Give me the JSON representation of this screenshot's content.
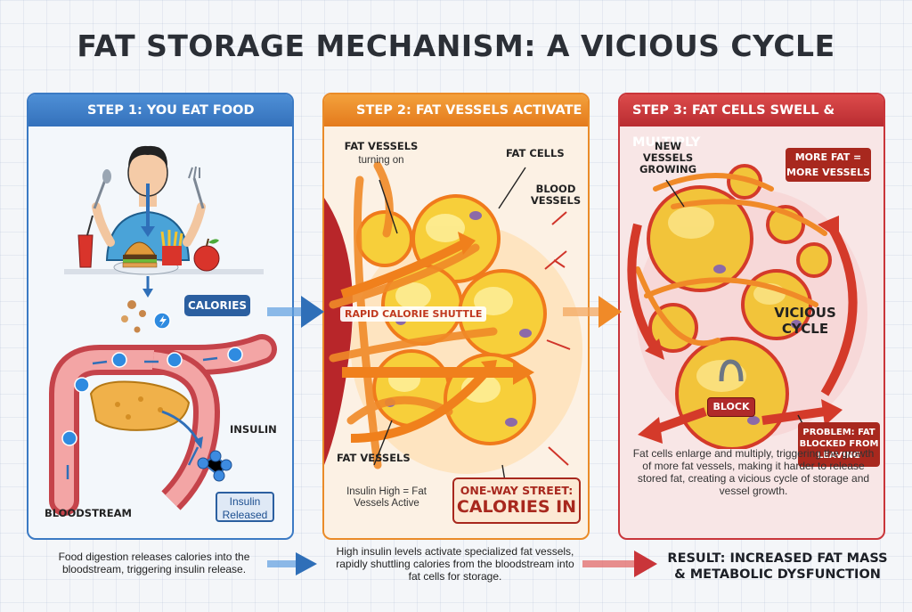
{
  "title": "FAT STORAGE MECHANISM: A VICIOUS CYCLE",
  "colors": {
    "step1": "#3b7ac4",
    "step2": "#ea8b28",
    "step3": "#c9353a"
  },
  "step1": {
    "header": "STEP 1: YOU EAT FOOD",
    "calories_label": "CALORIES",
    "insulin_label": "INSULIN",
    "insulin_released": "Insulin Released",
    "bloodstream_label": "BLOODSTREAM",
    "caption": "Food digestion releases calories into the bloodstream, triggering insulin release."
  },
  "step2": {
    "header": "STEP 2: FAT VESSELS ACTIVATE",
    "fat_vessels_turning_title": "FAT VESSELS",
    "fat_vessels_turning_sub": "turning on",
    "fat_cells_label": "FAT CELLS",
    "blood_vessels_label": "BLOOD VESSELS",
    "rapid_shuttle": "RAPID CALORIE SHUTTLE",
    "fat_vessels_label": "FAT VESSELS",
    "insulin_high": "Insulin High = Fat Vessels Active",
    "oneway_line1": "ONE-WAY STREET:",
    "oneway_line2": "CALORIES IN",
    "caption": "High insulin levels activate specialized fat vessels, rapidly shuttling calories from the bloodstream into fat cells for storage."
  },
  "step3": {
    "header": "STEP 3: FAT CELLS SWELL & MULTIPLY",
    "new_vessels": "NEW VESSELS GROWING",
    "more_fat": "MORE FAT = MORE VESSELS",
    "vicious_cycle": "VICIOUS CYCLE",
    "block": "BLOCK",
    "problem": "PROBLEM: FAT BLOCKED FROM LEAVING",
    "description": "Fat cells enlarge and multiply, triggering the growth of more fat vessels, making it harder to release stored fat, creating a vicious cycle of storage and vessel growth."
  },
  "result": "RESULT: INCREASED FAT MASS & METABOLIC DYSFUNCTION"
}
